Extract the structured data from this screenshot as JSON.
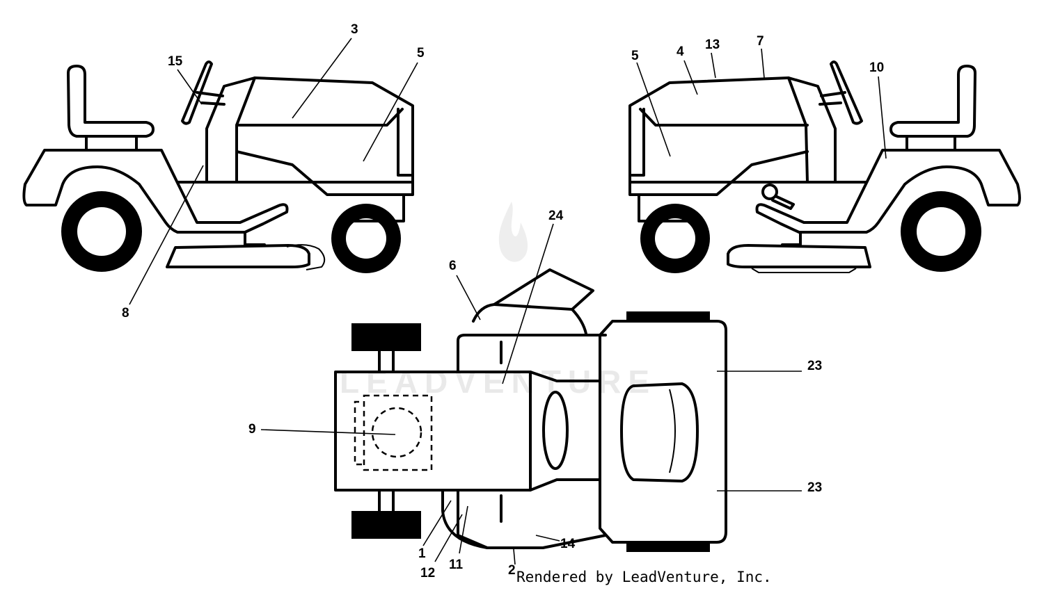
{
  "watermark": "LEADVENTURE",
  "credit": "Rendered by LeadVenture, Inc.",
  "callouts": {
    "c1": "1",
    "c2": "2",
    "c3": "3",
    "c4": "4",
    "c5a": "5",
    "c5b": "5",
    "c6": "6",
    "c7": "7",
    "c8": "8",
    "c9": "9",
    "c10": "10",
    "c11": "11",
    "c12": "12",
    "c13": "13",
    "c14": "14",
    "c15": "15",
    "c23a": "23",
    "c23b": "23",
    "c24": "24"
  }
}
